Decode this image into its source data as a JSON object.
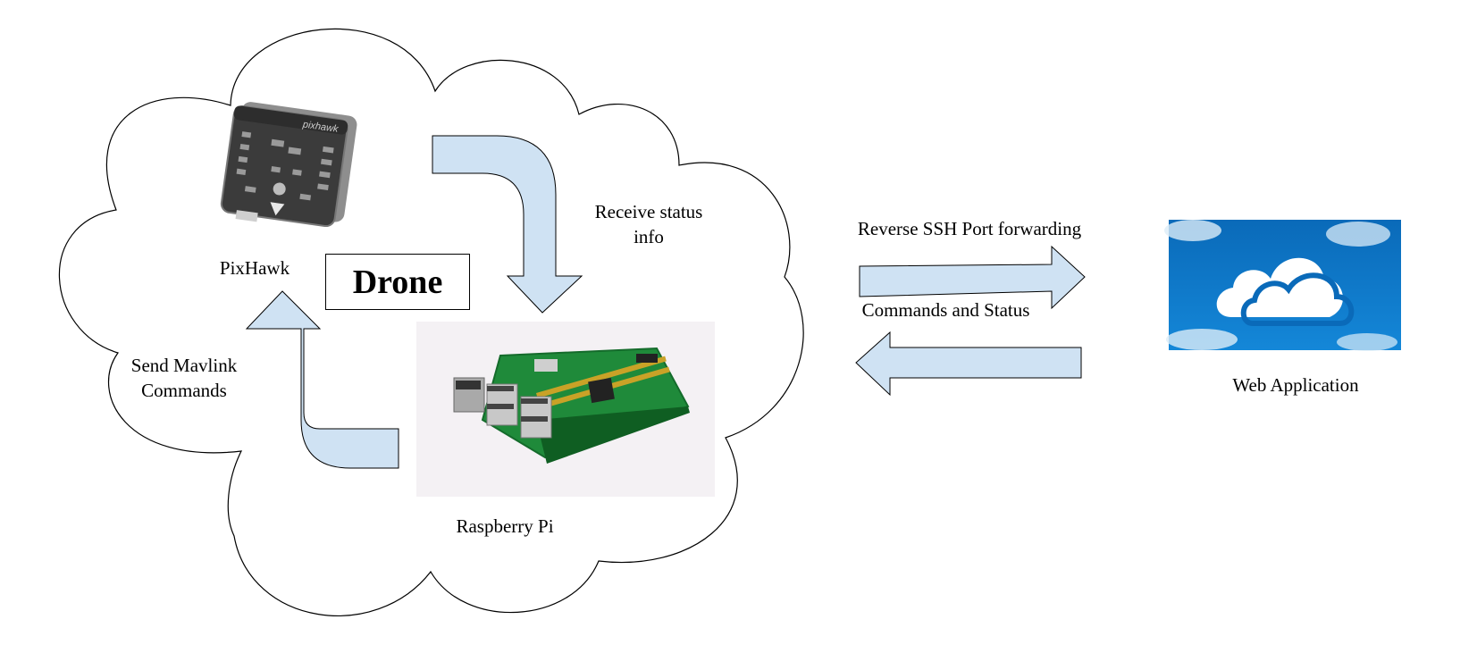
{
  "labels": {
    "drone": "Drone",
    "pixhawk": "PixHawk",
    "raspberry_pi": "Raspberry Pi",
    "receive_status_line1": "Receive status",
    "receive_status_line2": "info",
    "send_mavlink_line1": "Send Mavlink",
    "send_mavlink_line2": "Commands",
    "reverse_ssh": "Reverse SSH Port forwarding",
    "commands_status": "Commands and Status",
    "web_application": "Web Application"
  },
  "icons": {
    "pixhawk": "flight-controller-icon",
    "raspberry_pi": "raspberry-pi-board-icon",
    "web_application": "cloud-icon"
  },
  "colors": {
    "arrow_fill": "#cfe2f3",
    "cloud_bg": "#0f72c4",
    "pcb_green": "#1f8a3a"
  }
}
